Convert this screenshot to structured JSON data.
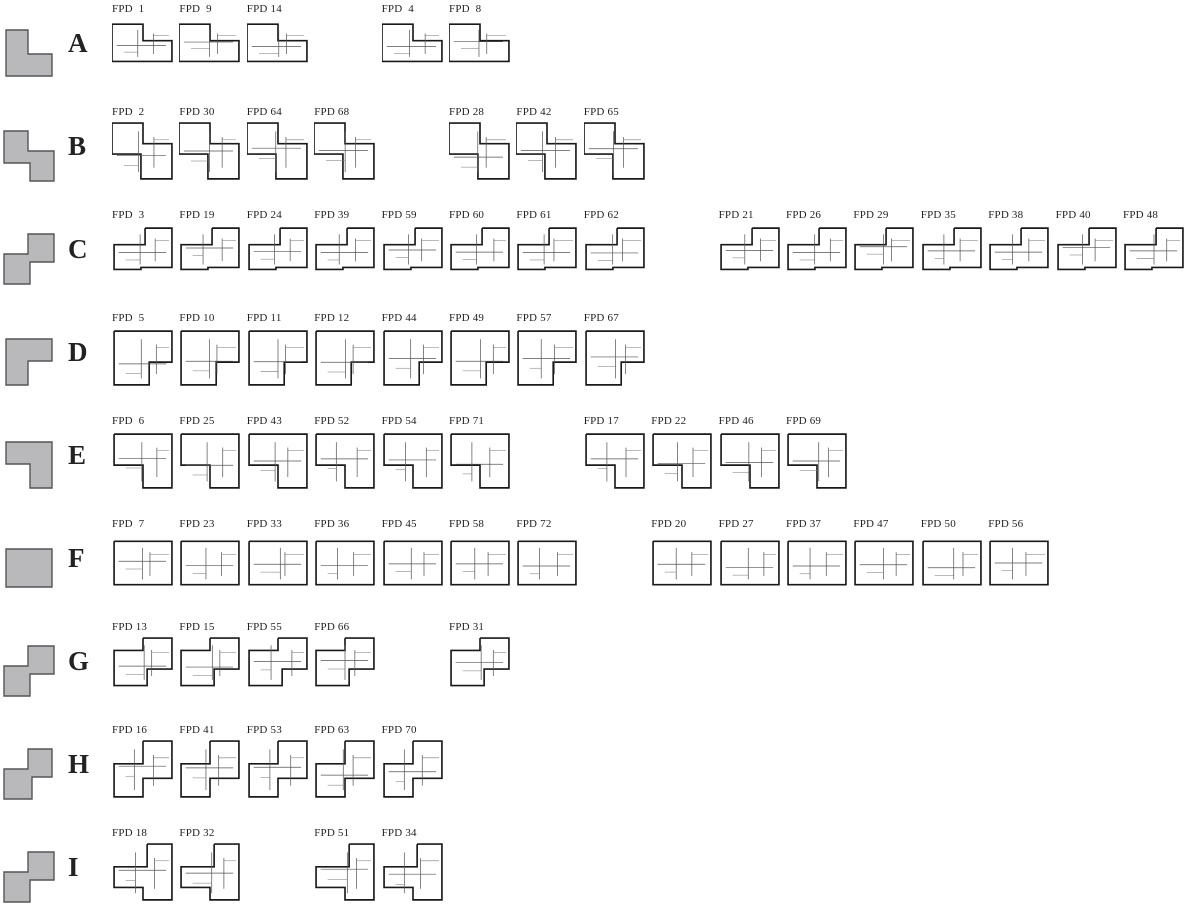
{
  "colors": {
    "shape_fill": "#b9b9bc",
    "line": "#1a1a1a"
  },
  "rows": [
    {
      "letter": "A",
      "shape": "L-upright",
      "plans": [
        {
          "label": "FPD  1",
          "col": 0,
          "shape": "A"
        },
        {
          "label": "FPD  9",
          "col": 1,
          "shape": "A"
        },
        {
          "label": "FPD 14",
          "col": 2,
          "shape": "A"
        },
        {
          "label": "FPD  4",
          "col": 4,
          "shape": "A"
        },
        {
          "label": "FPD  8",
          "col": 5,
          "shape": "A"
        }
      ]
    },
    {
      "letter": "B",
      "shape": "step",
      "plans": [
        {
          "label": "FPD  2",
          "col": 0,
          "shape": "B"
        },
        {
          "label": "FPD 30",
          "col": 1,
          "shape": "B"
        },
        {
          "label": "FPD 64",
          "col": 2,
          "shape": "B"
        },
        {
          "label": "FPD 68",
          "col": 3,
          "shape": "B"
        },
        {
          "label": "FPD 28",
          "col": 5,
          "shape": "B"
        },
        {
          "label": "FPD 42",
          "col": 6,
          "shape": "B"
        },
        {
          "label": "FPD 65",
          "col": 7,
          "shape": "B"
        }
      ]
    },
    {
      "letter": "C",
      "shape": "step-up",
      "plans": [
        {
          "label": "FPD  3",
          "col": 0,
          "shape": "C"
        },
        {
          "label": "FPD 19",
          "col": 1,
          "shape": "C"
        },
        {
          "label": "FPD 24",
          "col": 2,
          "shape": "C"
        },
        {
          "label": "FPD 39",
          "col": 3,
          "shape": "C"
        },
        {
          "label": "FPD 59",
          "col": 4,
          "shape": "C"
        },
        {
          "label": "FPD 60",
          "col": 5,
          "shape": "C"
        },
        {
          "label": "FPD 61",
          "col": 6,
          "shape": "C"
        },
        {
          "label": "FPD 62",
          "col": 7,
          "shape": "C"
        },
        {
          "label": "FPD 21",
          "col": 9,
          "shape": "C"
        },
        {
          "label": "FPD 26",
          "col": 10,
          "shape": "C"
        },
        {
          "label": "FPD 29",
          "col": 11,
          "shape": "C"
        },
        {
          "label": "FPD 35",
          "col": 12,
          "shape": "C"
        },
        {
          "label": "FPD 38",
          "col": 13,
          "shape": "C"
        },
        {
          "label": "FPD 40",
          "col": 14,
          "shape": "C"
        },
        {
          "label": "FPD 48",
          "col": 15,
          "shape": "C"
        }
      ]
    },
    {
      "letter": "D",
      "shape": "L-notch-br",
      "plans": [
        {
          "label": "FPD  5",
          "col": 0,
          "shape": "D"
        },
        {
          "label": "FPD 10",
          "col": 1,
          "shape": "D"
        },
        {
          "label": "FPD 11",
          "col": 2,
          "shape": "D"
        },
        {
          "label": "FPD 12",
          "col": 3,
          "shape": "D"
        },
        {
          "label": "FPD 44",
          "col": 4,
          "shape": "D"
        },
        {
          "label": "FPD 49",
          "col": 5,
          "shape": "D"
        },
        {
          "label": "FPD 57",
          "col": 6,
          "shape": "D"
        },
        {
          "label": "FPD 67",
          "col": 7,
          "shape": "D"
        }
      ]
    },
    {
      "letter": "E",
      "shape": "L-notch-bl",
      "plans": [
        {
          "label": "FPD  6",
          "col": 0,
          "shape": "E"
        },
        {
          "label": "FPD 25",
          "col": 1,
          "shape": "E"
        },
        {
          "label": "FPD 43",
          "col": 2,
          "shape": "E"
        },
        {
          "label": "FPD 52",
          "col": 3,
          "shape": "E"
        },
        {
          "label": "FPD 54",
          "col": 4,
          "shape": "E"
        },
        {
          "label": "FPD 71",
          "col": 5,
          "shape": "E"
        },
        {
          "label": "FPD 17",
          "col": 7,
          "shape": "E"
        },
        {
          "label": "FPD 22",
          "col": 8,
          "shape": "E"
        },
        {
          "label": "FPD 46",
          "col": 9,
          "shape": "E"
        },
        {
          "label": "FPD 69",
          "col": 10,
          "shape": "E"
        }
      ]
    },
    {
      "letter": "F",
      "shape": "rect",
      "plans": [
        {
          "label": "FPD  7",
          "col": 0,
          "shape": "F"
        },
        {
          "label": "FPD 23",
          "col": 1,
          "shape": "F"
        },
        {
          "label": "FPD 33",
          "col": 2,
          "shape": "F"
        },
        {
          "label": "FPD 36",
          "col": 3,
          "shape": "F"
        },
        {
          "label": "FPD 45",
          "col": 4,
          "shape": "F"
        },
        {
          "label": "FPD 58",
          "col": 5,
          "shape": "F"
        },
        {
          "label": "FPD 72",
          "col": 6,
          "shape": "F"
        },
        {
          "label": "FPD 20",
          "col": 8,
          "shape": "F"
        },
        {
          "label": "FPD 27",
          "col": 9,
          "shape": "F"
        },
        {
          "label": "FPD 37",
          "col": 10,
          "shape": "F"
        },
        {
          "label": "FPD 47",
          "col": 11,
          "shape": "F"
        },
        {
          "label": "FPD 50",
          "col": 12,
          "shape": "F"
        },
        {
          "label": "FPD 56",
          "col": 13,
          "shape": "F"
        }
      ]
    },
    {
      "letter": "G",
      "shape": "step-up",
      "plans": [
        {
          "label": "FPD 13",
          "col": 0,
          "shape": "G"
        },
        {
          "label": "FPD 15",
          "col": 1,
          "shape": "G"
        },
        {
          "label": "FPD 55",
          "col": 2,
          "shape": "G"
        },
        {
          "label": "FPD 66",
          "col": 3,
          "shape": "G"
        },
        {
          "label": "FPD 31",
          "col": 5,
          "shape": "G"
        }
      ]
    },
    {
      "letter": "H",
      "shape": "step-up-tall",
      "plans": [
        {
          "label": "FPD 16",
          "col": 0,
          "shape": "H"
        },
        {
          "label": "FPD 41",
          "col": 1,
          "shape": "H"
        },
        {
          "label": "FPD 53",
          "col": 2,
          "shape": "H"
        },
        {
          "label": "FPD 63",
          "col": 3,
          "shape": "H"
        },
        {
          "label": "FPD 70",
          "col": 4,
          "shape": "H"
        }
      ]
    },
    {
      "letter": "I",
      "shape": "step-up",
      "plans": [
        {
          "label": "FPD 18",
          "col": 0,
          "shape": "I"
        },
        {
          "label": "FPD 32",
          "col": 1,
          "shape": "I"
        },
        {
          "label": "FPD 51",
          "col": 3,
          "shape": "I"
        },
        {
          "label": "FPD 34",
          "col": 4,
          "shape": "I"
        }
      ]
    }
  ]
}
